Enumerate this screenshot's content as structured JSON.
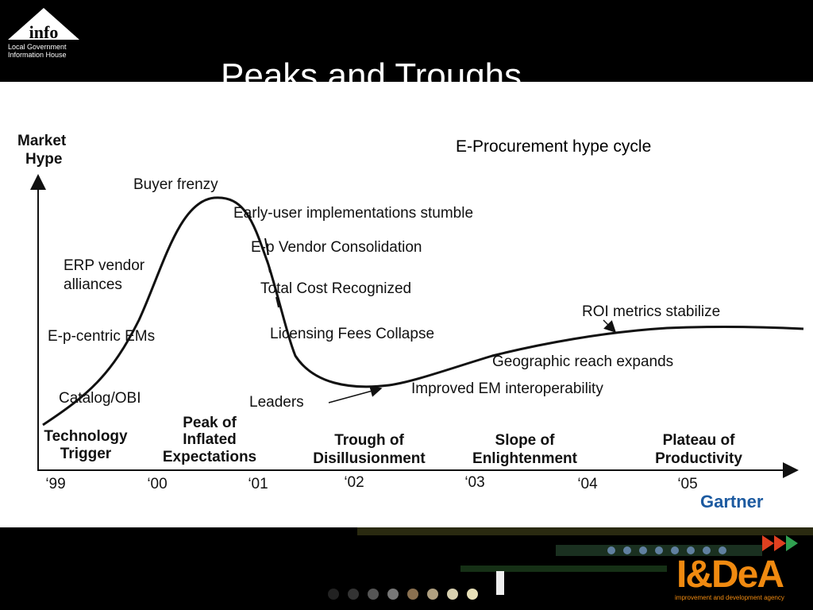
{
  "header": {
    "logo_word": "info",
    "logo_line1": "Local Government",
    "logo_line2": "Information House",
    "title": "Peaks and Troughs"
  },
  "diagram": {
    "subtitle": "E-Procurement hype cycle",
    "y_axis_title_line1": "Market",
    "y_axis_title_line2": "Hype",
    "labels": {
      "buyer_frenzy": "Buyer frenzy",
      "early_user": "Early-user implementations stumble",
      "vendor_consolidation": "E-p Vendor Consolidation",
      "total_cost": "Total Cost Recognized",
      "licensing_fees": "Licensing Fees Collapse",
      "erp_line1": "ERP vendor",
      "erp_line2": "alliances",
      "ep_centric": "E-p-centric EMs",
      "catalog": "Catalog/OBI",
      "leaders": "Leaders",
      "improved_em": "Improved EM interoperability",
      "geographic": "Geographic reach expands",
      "roi": "ROI metrics stabilize"
    },
    "phases": [
      {
        "line1": "Technology",
        "line2": "Trigger"
      },
      {
        "line1": "Peak of",
        "line2": "Inflated",
        "line3": "Expectations"
      },
      {
        "line1": "Trough of",
        "line2": "Disillusionment"
      },
      {
        "line1": "Slope of",
        "line2": "Enlightenment"
      },
      {
        "line1": "Plateau of",
        "line2": "Productivity"
      }
    ],
    "x_ticks": [
      "‘99",
      "‘00",
      "‘01",
      "‘02",
      "‘03",
      "‘04",
      "‘05"
    ],
    "source": "Gartner"
  },
  "footer": {
    "agency_logo": "I&DeA",
    "agency_tagline": "improvement and development agency"
  },
  "colors": {
    "header_bg": "#000000",
    "slide_bg": "#ffffff",
    "gartner_blue": "#1c5aa0",
    "idea_orange": "#f08a10"
  }
}
